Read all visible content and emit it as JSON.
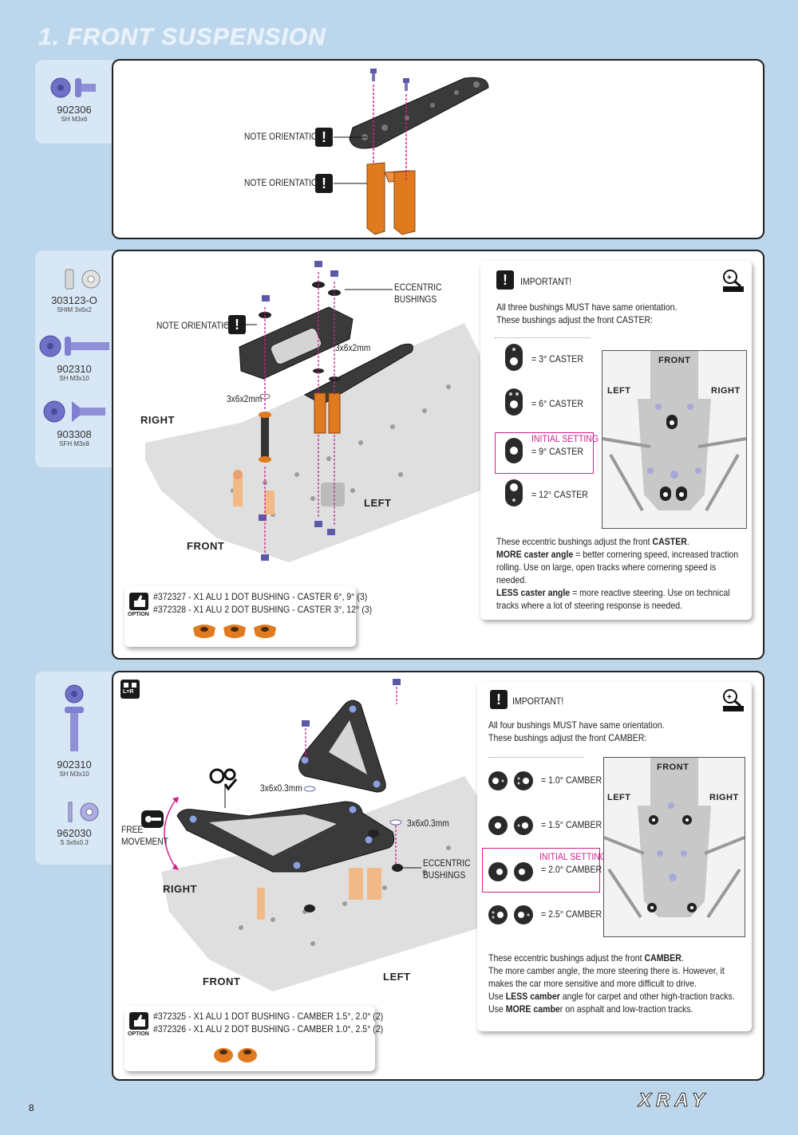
{
  "page": {
    "title": "1. FRONT SUSPENSION",
    "page_number": "8",
    "logo": "XRAY"
  },
  "section1": {
    "parts": [
      {
        "code": "902306",
        "desc": "SH M3x6"
      }
    ],
    "labels": {
      "note1": "NOTE ORIENTATION",
      "note2": "NOTE ORIENTATION"
    }
  },
  "section2": {
    "parts": [
      {
        "code": "303123-O",
        "desc": "SHIM 3x6x2"
      },
      {
        "code": "902310",
        "desc": "SH M3x10"
      },
      {
        "code": "903308",
        "desc": "SFH M3x8"
      }
    ],
    "labels": {
      "eccentric": "ECCENTRIC\nBUSHINGS",
      "note": "NOTE ORIENTATION",
      "shim_a": "3x6x2mm",
      "shim_b": "3x6x2mm",
      "right": "RIGHT",
      "left": "LEFT",
      "front": "FRONT"
    },
    "important": {
      "heading": "IMPORTANT!",
      "intro": "All three bushings MUST have same orientation.\nThese bushings adjust the front CASTER:",
      "options": [
        {
          "value": "=  3° CASTER"
        },
        {
          "value": "=  6° CASTER"
        },
        {
          "value": "=  9° CASTER",
          "initial": "INITIAL SETTING"
        },
        {
          "value": "=  12° CASTER"
        }
      ],
      "schematic": {
        "front": "FRONT",
        "left": "LEFT",
        "right": "RIGHT"
      },
      "footer_lead": "These eccentric bushings adjust the front ",
      "footer_lead_bold": "CASTER",
      "more_bold": "MORE caster angle",
      "more_text": " = better cornering speed, increased traction rolling. Use on large, open tracks where cornering speed is needed.",
      "less_bold": "LESS caster angle",
      "less_text": " = more reactive steering. Use on technical tracks where a lot of steering response is needed."
    },
    "option": {
      "tag": "OPTION",
      "lines": [
        "#372327 - X1 ALU 1 DOT BUSHING - CASTER 6°, 9° (3)",
        "#372328 - X1 ALU 2 DOT BUSHING - CASTER 3°, 12° (3)"
      ]
    }
  },
  "section3": {
    "parts": [
      {
        "code": "902310",
        "desc": "SH M3x10"
      },
      {
        "code": "962030",
        "desc": "S 3x6x0.3"
      }
    ],
    "labels": {
      "shim_a": "3x6x0.3mm",
      "shim_b": "3x6x0.3mm",
      "eccentric": "ECCENTRIC\nBUSHINGS",
      "free": "FREE\nMOVEMENT",
      "right": "RIGHT",
      "left": "LEFT",
      "front": "FRONT",
      "lr": "L=R"
    },
    "important": {
      "heading": "IMPORTANT!",
      "intro": "All four bushings MUST have same orientation.\nThese bushings adjust the front CAMBER:",
      "options": [
        {
          "value": "= 1.0° CAMBER"
        },
        {
          "value": "= 1.5° CAMBER"
        },
        {
          "value": "= 2.0° CAMBER",
          "initial": "INITIAL SETTING"
        },
        {
          "value": "= 2.5° CAMBER"
        }
      ],
      "schematic": {
        "front": "FRONT",
        "left": "LEFT",
        "right": "RIGHT"
      },
      "footer_lead": "These eccentric bushings adjust the front ",
      "footer_lead_bold": "CAMBER",
      "line2": "The more camber angle, the more steering there is. However, it makes the car more sensitive and more difficult to drive.",
      "less_lead": "Use ",
      "less_bold": "LESS camber",
      "less_text": " angle for carpet and other high-traction tracks.",
      "more_lead": "Use ",
      "more_bold": "MORE cambe",
      "more_text": "r on asphalt and low-traction tracks."
    },
    "option": {
      "tag": "OPTION",
      "lines": [
        "#372325 - X1 ALU 1 DOT BUSHING - CAMBER 1.5°, 2.0° (2)",
        "#372326 - X1 ALU 2 DOT BUSHING - CAMBER 1.0°, 2.5° (2)"
      ]
    }
  },
  "colors": {
    "background": "#bcd6ec",
    "parts_bg": "#d8e7f5",
    "accent_orange": "#e07a1e",
    "initial_magenta": "#d21f8c",
    "screw_blue": "#6f6fc4"
  },
  "icons": [
    "screw-icon",
    "warning-icon",
    "detail-icon",
    "thumbs-up-icon",
    "shim-icon",
    "lr-icon"
  ]
}
